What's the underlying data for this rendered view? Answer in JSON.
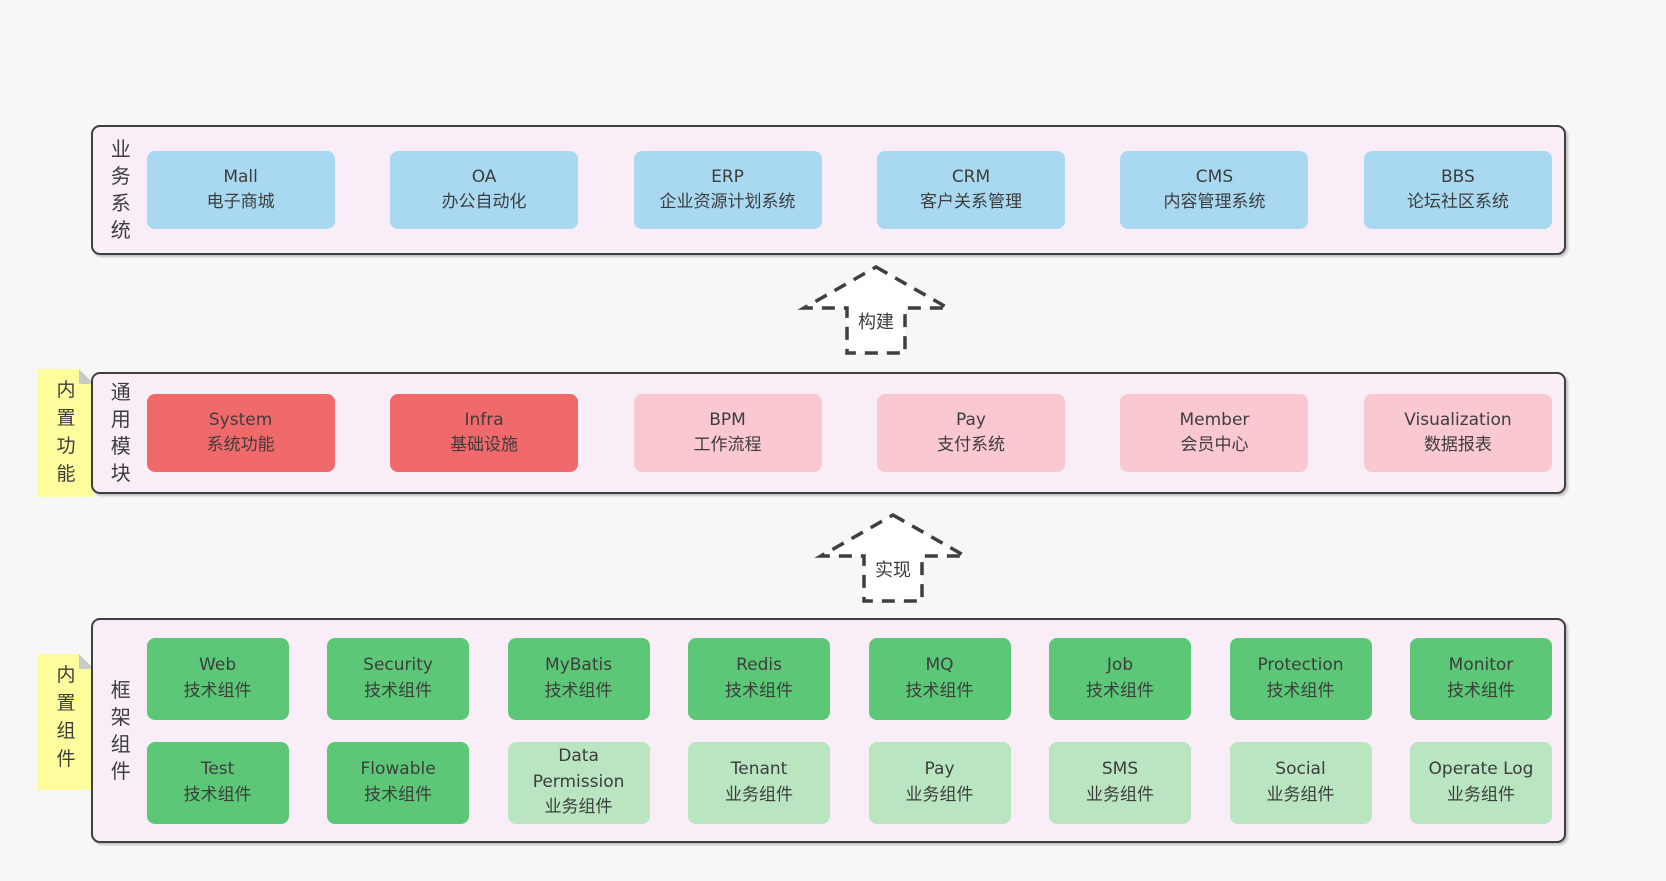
{
  "colors": {
    "page-bg": "#f7f7f7",
    "container-bg": "#f9eef7",
    "container-border": "#3f3f3f",
    "text": "#3d3d3d",
    "blue": "#a9d8f1",
    "red": "#f0696b",
    "pink": "#f9c8d1",
    "green": "#5cc877",
    "green-light": "#b9e5c1",
    "note-yellow": "#fdfd9d",
    "note-fold": "#c9c9c9"
  },
  "notes": [
    {
      "text": "内置功能"
    },
    {
      "text": "内置组件"
    }
  ],
  "arrows": [
    {
      "label": "构建"
    },
    {
      "label": "实现"
    }
  ],
  "layers": [
    {
      "label": "业务系统",
      "boxes": [
        {
          "name": "Mall",
          "desc": "电子商城",
          "type": "blue"
        },
        {
          "name": "OA",
          "desc": "办公自动化",
          "type": "blue"
        },
        {
          "name": "ERP",
          "desc": "企业资源计划系统",
          "type": "blue"
        },
        {
          "name": "CRM",
          "desc": "客户关系管理",
          "type": "blue"
        },
        {
          "name": "CMS",
          "desc": "内容管理系统",
          "type": "blue"
        },
        {
          "name": "BBS",
          "desc": "论坛社区系统",
          "type": "blue"
        }
      ]
    },
    {
      "label": "通用模块",
      "boxes": [
        {
          "name": "System",
          "desc": "系统功能",
          "type": "red"
        },
        {
          "name": "Infra",
          "desc": "基础设施",
          "type": "red"
        },
        {
          "name": "BPM",
          "desc": "工作流程",
          "type": "pink"
        },
        {
          "name": "Pay",
          "desc": "支付系统",
          "type": "pink"
        },
        {
          "name": "Member",
          "desc": "会员中心",
          "type": "pink"
        },
        {
          "name": "Visualization",
          "desc": "数据报表",
          "type": "pink"
        }
      ]
    },
    {
      "label": "框架组件",
      "rows": [
        [
          {
            "name": "Web",
            "desc": "技术组件",
            "type": "green"
          },
          {
            "name": "Security",
            "desc": "技术组件",
            "type": "green"
          },
          {
            "name": "MyBatis",
            "desc": "技术组件",
            "type": "green"
          },
          {
            "name": "Redis",
            "desc": "技术组件",
            "type": "green"
          },
          {
            "name": "MQ",
            "desc": "技术组件",
            "type": "green"
          },
          {
            "name": "Job",
            "desc": "技术组件",
            "type": "green"
          },
          {
            "name": "Protection",
            "desc": "技术组件",
            "type": "green"
          },
          {
            "name": "Monitor",
            "desc": "技术组件",
            "type": "green"
          }
        ],
        [
          {
            "name": "Test",
            "desc": "技术组件",
            "type": "green"
          },
          {
            "name": "Flowable",
            "desc": "技术组件",
            "type": "green"
          },
          {
            "name": "Data Permission",
            "desc": "业务组件",
            "type": "green-light"
          },
          {
            "name": "Tenant",
            "desc": "业务组件",
            "type": "green-light"
          },
          {
            "name": "Pay",
            "desc": "业务组件",
            "type": "green-light"
          },
          {
            "name": "SMS",
            "desc": "业务组件",
            "type": "green-light"
          },
          {
            "name": "Social",
            "desc": "业务组件",
            "type": "green-light"
          },
          {
            "name": "Operate Log",
            "desc": "业务组件",
            "type": "green-light"
          }
        ]
      ]
    }
  ]
}
